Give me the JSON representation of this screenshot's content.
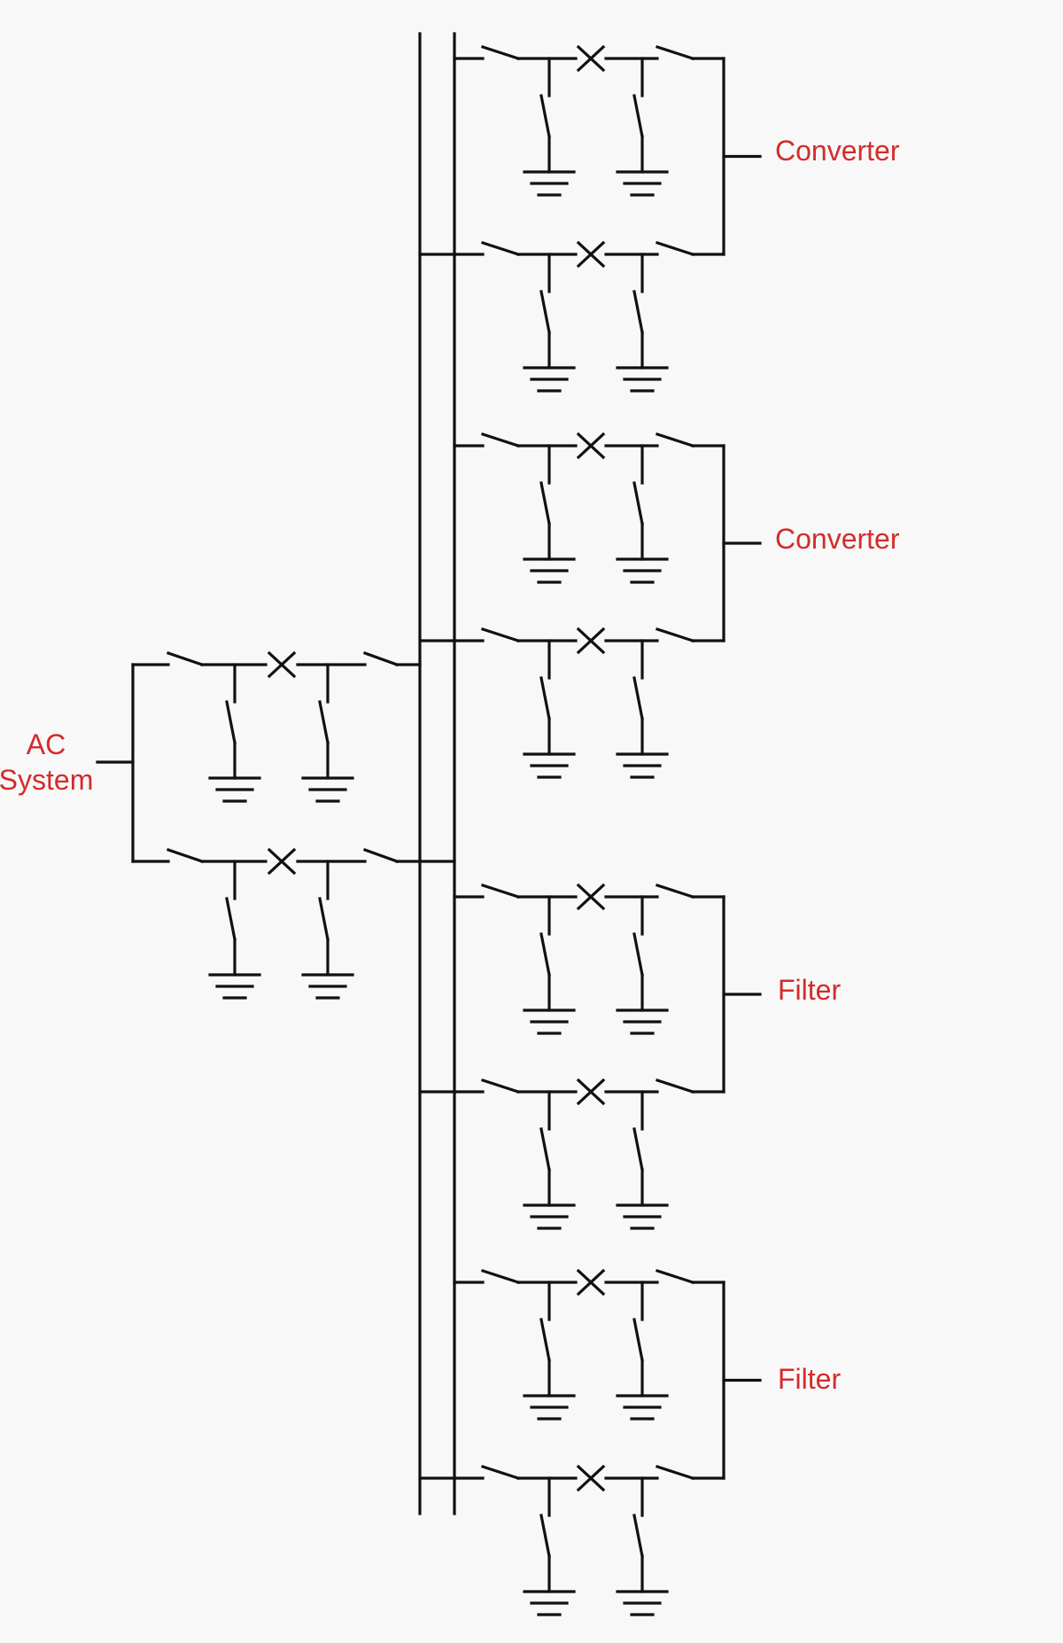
{
  "colors": {
    "background": "#f8f8f8",
    "line": "#111111",
    "label": "#d42b2b"
  },
  "labels": {
    "ac_system_line1": "AC",
    "ac_system_line2": "System",
    "converter_1": "Converter",
    "converter_2": "Converter",
    "filter_1": "Filter",
    "filter_2": "Filter"
  }
}
